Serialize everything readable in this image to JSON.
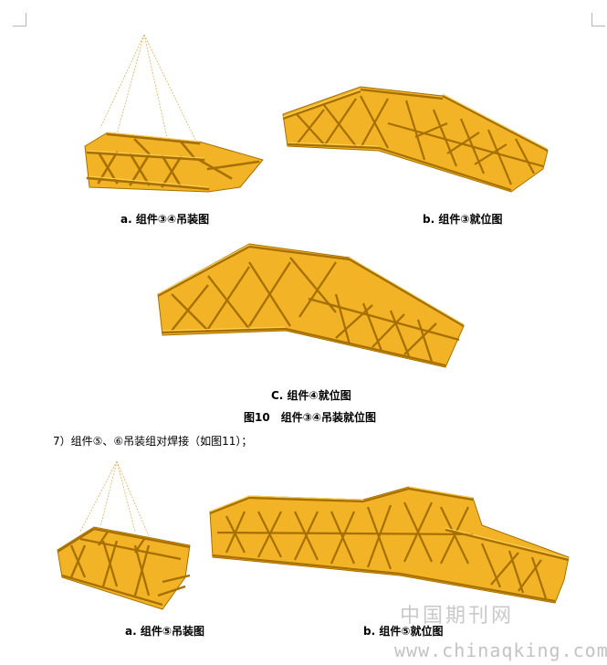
{
  "figures": {
    "fig_a": {
      "caption": "a. 组件③④吊装图"
    },
    "fig_b": {
      "caption": "b. 组件③就位图"
    },
    "fig_c": {
      "caption": "C. 组件④就位图"
    },
    "fig10_title": "图10　组件③④吊装就位图",
    "fig11_a": {
      "caption": "a. 组件⑤吊装图"
    },
    "fig11_b": {
      "caption": "b. 组件⑤就位图"
    }
  },
  "body": {
    "step7": "7）组件⑤、⑥吊装组对焊接（如图11）；"
  },
  "watermark": {
    "cn": "中国期刊网",
    "url": "www.chinaqking.com"
  },
  "colors": {
    "truss": "#e0a010",
    "truss_dark": "#a66f00",
    "truss_light": "#f7c843",
    "cable": "#d9b060"
  }
}
